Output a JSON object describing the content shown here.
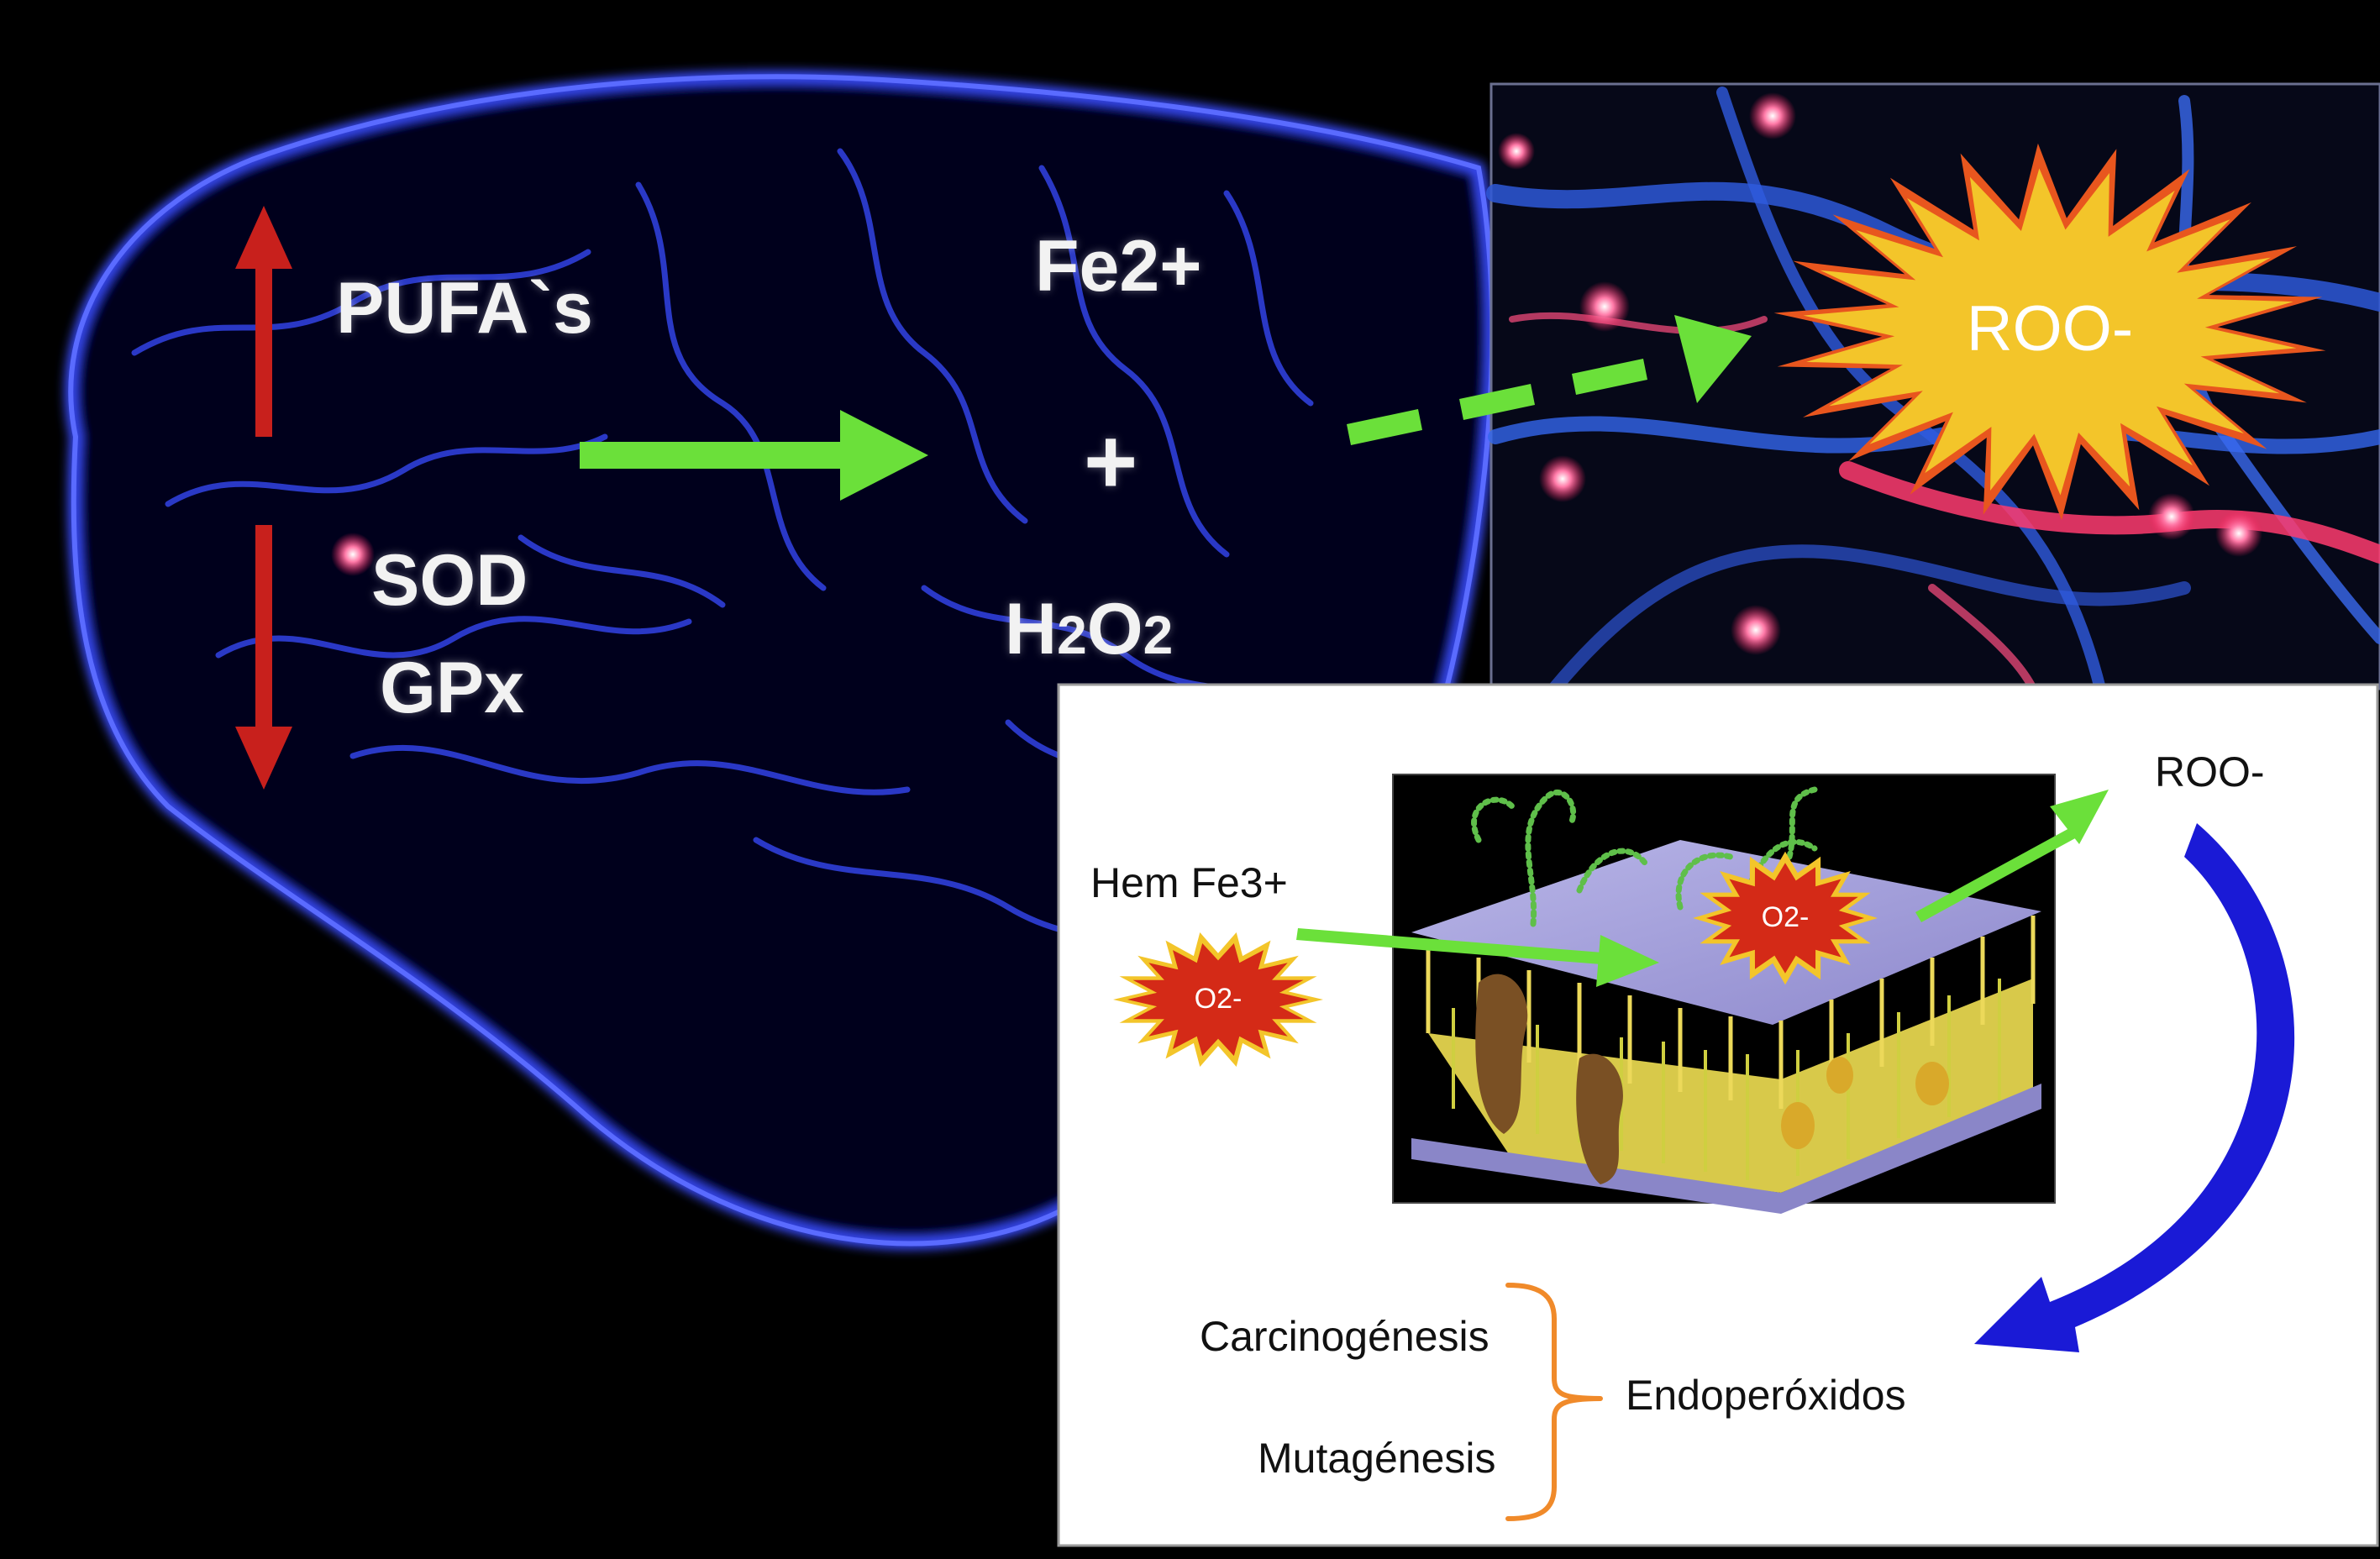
{
  "brain": {
    "pufa_label": "PUFA`s",
    "sod_label": "SOD",
    "gpx_label": "GPx",
    "fe2_label": "Fe2+",
    "plus_label": "+",
    "h2o2_prefix": "H",
    "h2o2_sub": "2",
    "h2o2_mid": "O",
    "h2o2_suffix": "2",
    "roo_burst_label": "ROO-"
  },
  "panel": {
    "roo_label": "ROO-",
    "hem_label": "Hem Fe3+",
    "o2_left_label": "O2-",
    "o2_membrane_label": "O2-",
    "carcinogenesis_label": "Carcinogénesis",
    "mutagenesis_label": "Mutagénesis",
    "endoperoxides_label": "Endoperóxidos"
  },
  "colors": {
    "background": "#000000",
    "brain_outline": "#3b4dff",
    "up_down_arrow": "#c8201c",
    "green_arrow": "#6be03a",
    "burst_fill": "#f3c52a",
    "burst_edge": "#e8561e",
    "star_fill": "#d42a17",
    "curved_arrow": "#1a1ad6",
    "brace": "#f08a2a"
  }
}
